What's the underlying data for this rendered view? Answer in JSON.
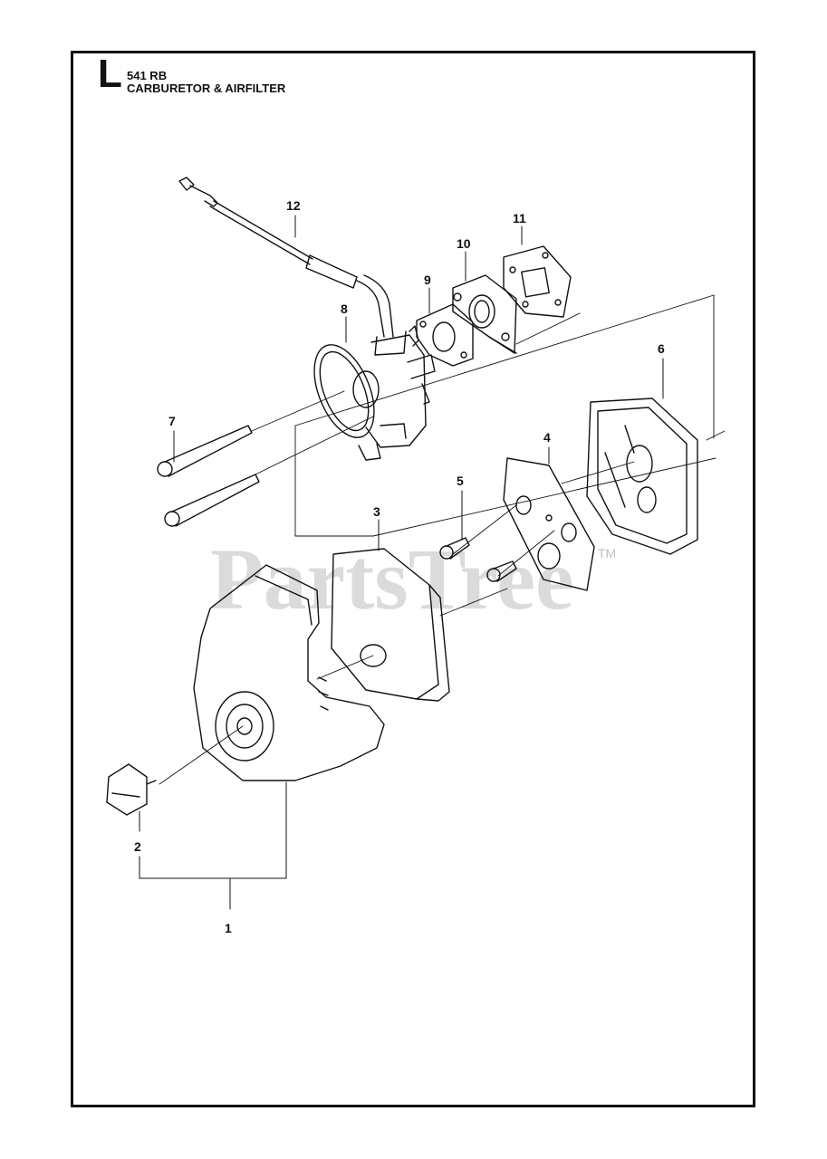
{
  "header": {
    "section_letter": "L",
    "model": "541 RB",
    "title": "CARBURETOR & AIRFILTER"
  },
  "watermark": {
    "text": "PartsTree",
    "trademark": "TM"
  },
  "callouts": [
    "1",
    "2",
    "3",
    "4",
    "5",
    "6",
    "7",
    "8",
    "9",
    "10",
    "11",
    "12"
  ],
  "colors": {
    "line": "#111111",
    "watermark": "#bfbfbf"
  }
}
